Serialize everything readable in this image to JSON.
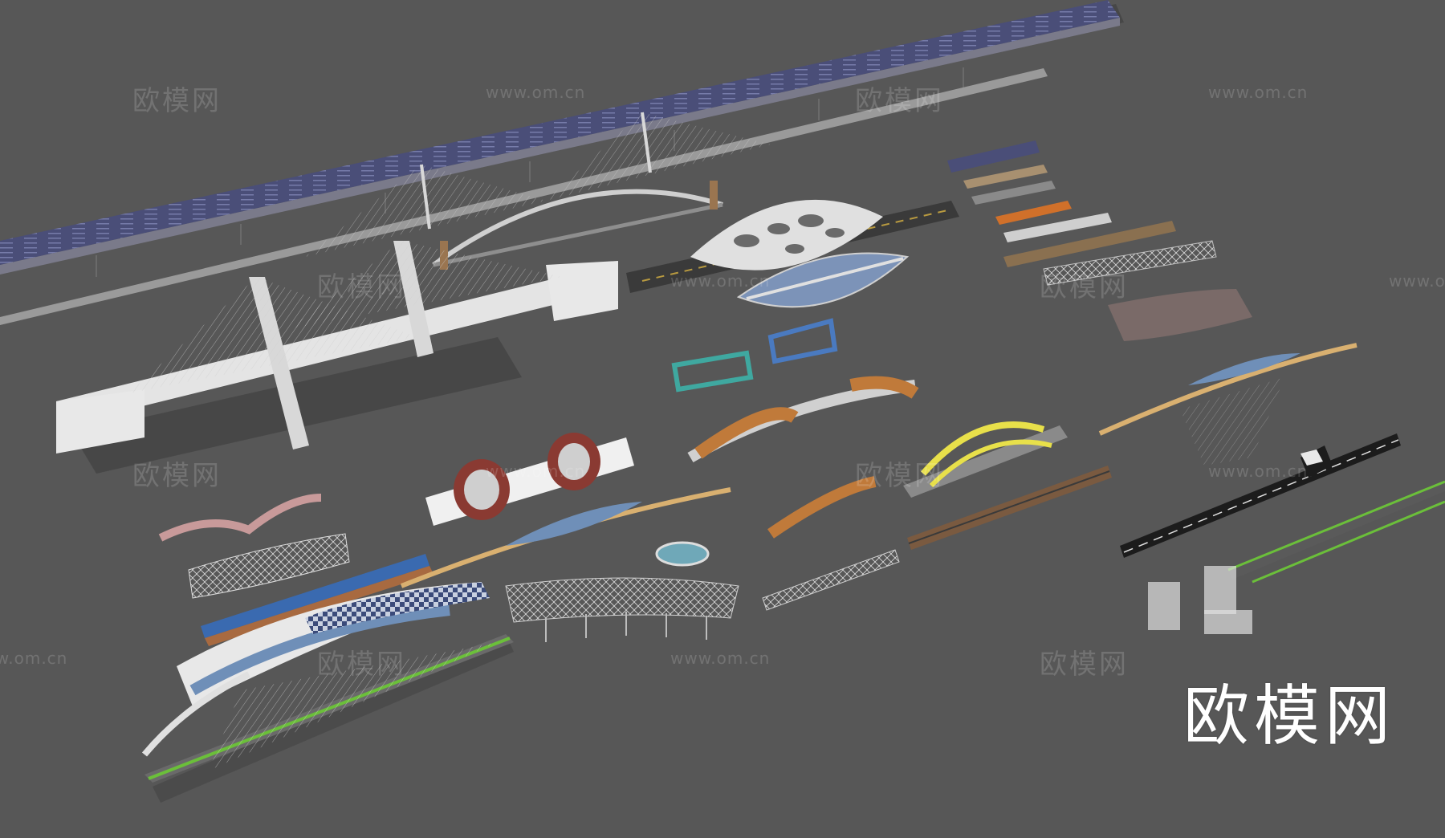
{
  "logo": {
    "text": "欧模网"
  },
  "watermarks": {
    "cn": [
      "欧模网",
      "欧模网",
      "欧模网",
      "欧模网",
      "欧模网",
      "欧模网",
      "欧模网",
      "欧模网"
    ],
    "url": [
      "www.om.cn",
      "www.om.cn",
      "www.om.cn",
      "www.om.cn",
      "www.om.cn",
      "www.om.cn",
      "www.om.cn",
      "www.om.cn"
    ]
  },
  "colors": {
    "background": "#575757",
    "deck_gray": "#8a8a8a",
    "bridge_white": "#dcdcdc",
    "deck_blue": "#4a4e78",
    "rust_red": "#8a3a32",
    "glass_blue": "#6f8fb8",
    "timber_orange": "#c07a3a",
    "arch_yellow": "#e8e04a",
    "truss_teal": "#3fa8a0",
    "road_black": "#1c1c1c",
    "lane_green": "#6bbf3a"
  }
}
